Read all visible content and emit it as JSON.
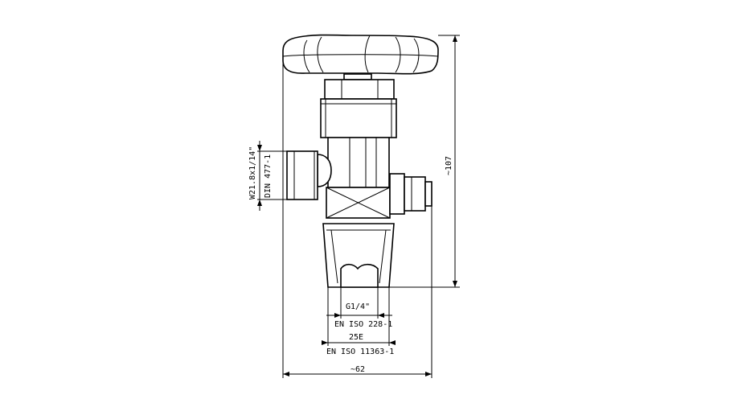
{
  "drawing": {
    "labels": {
      "outlet_thread": "W21.8x1/14\"",
      "outlet_standard": "DIN 477-1",
      "height": "~107",
      "inlet_thread": "G1/4\"",
      "inlet_standard": "EN ISO 228-1",
      "taper_thread": "25E",
      "taper_standard": "EN ISO 11363-1",
      "width": "~62"
    }
  }
}
